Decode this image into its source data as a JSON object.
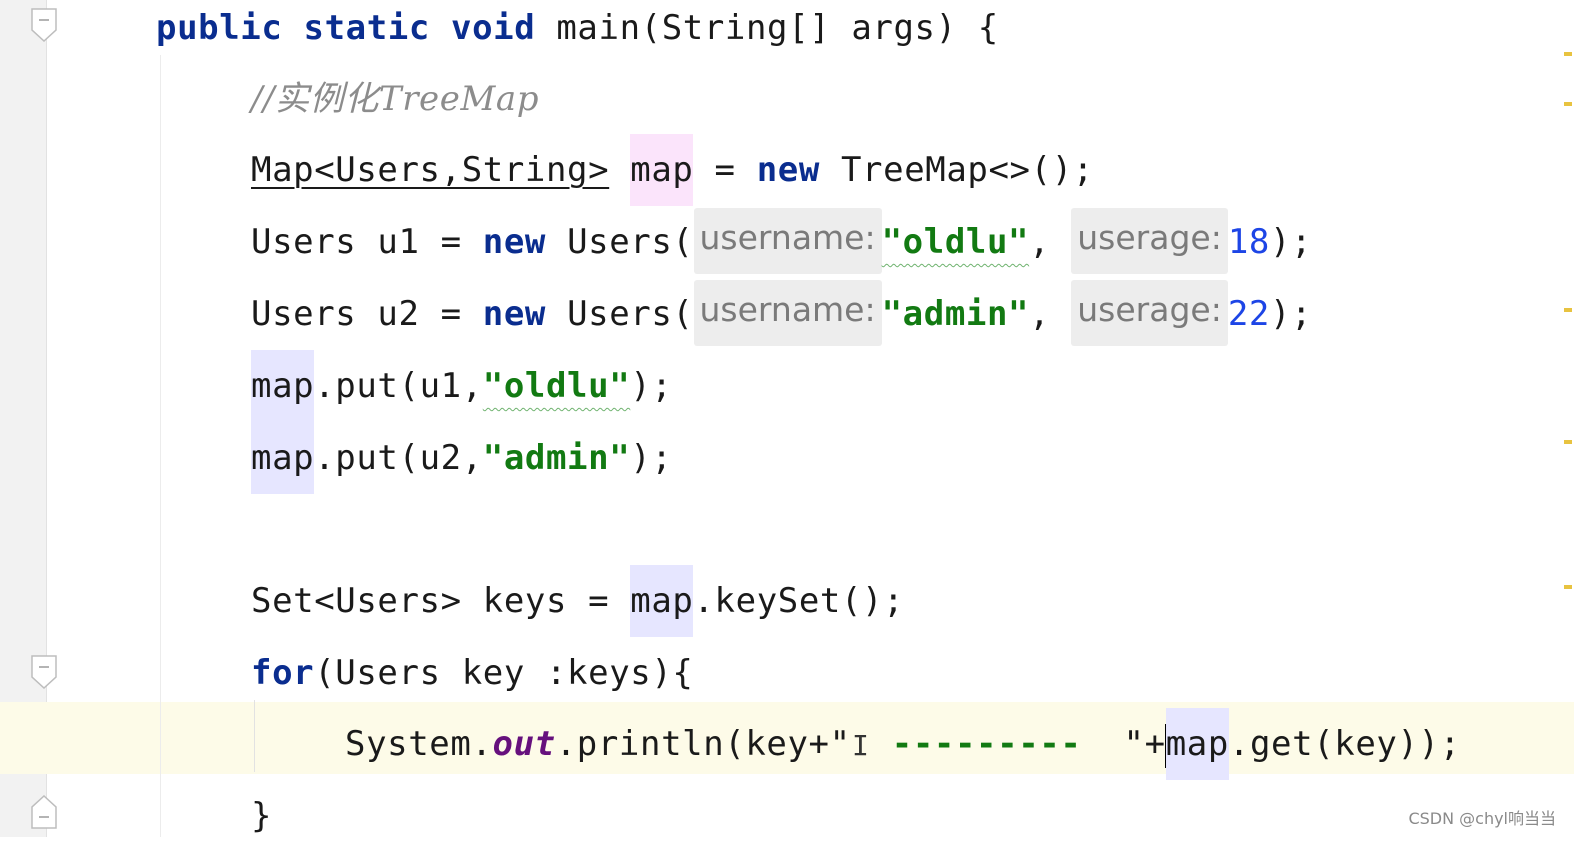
{
  "code": {
    "l1": {
      "kw1": "public",
      "kw2": "static",
      "kw3": "void",
      "rest": "main(String[] args) {"
    },
    "l2": {
      "comment": "//实例化TreeMap"
    },
    "l3": {
      "type": "Map<Users,String>",
      "var": "map",
      "eq": " = ",
      "kw": "new",
      "rest": " TreeMap<>();"
    },
    "l4": {
      "pre": "Users u1 = ",
      "kw": "new",
      "mid": " Users(",
      "hint1": "username:",
      "str": "\"oldlu\"",
      "comma": ", ",
      "hint2": "userage:",
      "num": "18",
      "end": ");"
    },
    "l5": {
      "pre": "Users u2 = ",
      "kw": "new",
      "mid": " Users(",
      "hint1": "username:",
      "str": "\"admin\"",
      "comma": ", ",
      "hint2": "userage:",
      "num": "22",
      "end": ");"
    },
    "l6": {
      "var": "map",
      "mid": ".put(u1,",
      "str": "\"oldlu\"",
      "end": ");"
    },
    "l7": {
      "var": "map",
      "mid": ".put(u2,",
      "str": "\"admin\"",
      "end": ");"
    },
    "l8": {
      "pre": "Set<Users> keys = ",
      "var": "map",
      "end": ".keySet();"
    },
    "l9": {
      "kw": "for",
      "rest": "(Users key :keys){"
    },
    "l10": {
      "pre": "System.",
      "field": "out",
      "mid": ".println(key+\"",
      "ibeam": "I",
      "dashes": " ---------  ",
      "q": "\"",
      "plus": "+",
      "var": "map",
      "end": ".get(key));"
    },
    "l11": {
      "brace": "}"
    }
  },
  "watermark": "CSDN @chyl响当当"
}
